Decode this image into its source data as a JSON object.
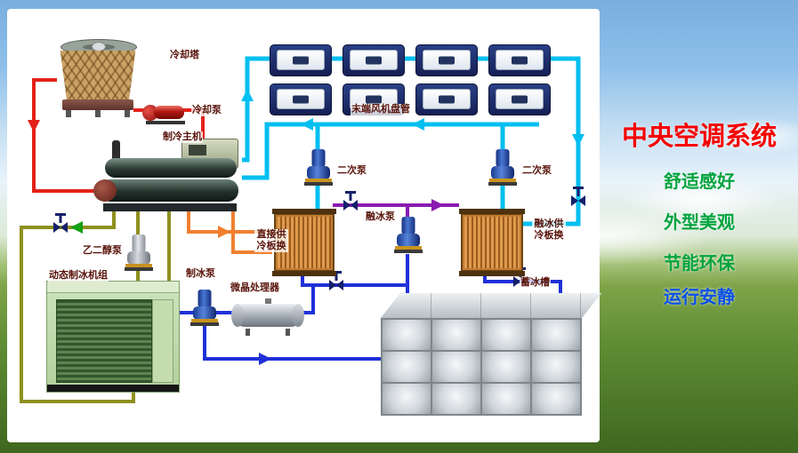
{
  "panel": {
    "title": "中央空调系统",
    "title_color": "#f50000",
    "features": [
      {
        "label": "舒适感好",
        "color": "#00a33e"
      },
      {
        "label": "外型美观",
        "color": "#00a33e"
      },
      {
        "label": "节能环保",
        "color": "#00a33e"
      },
      {
        "label": "运行安静",
        "color": "#0a50e6"
      }
    ]
  },
  "diagram": {
    "labels": {
      "cooling_tower": "冷却塔",
      "cooling_pump": "冷却泵",
      "chiller": "制冷主机",
      "fan_coils": "末端风机盘管",
      "secondary_pump_left": "二次泵",
      "secondary_pump_right": "二次泵",
      "melt_pump": "融冰泵",
      "direct_hx": "直接供冷板换",
      "melt_hx": "融冰供冷板换",
      "glycol_pump": "乙二醇泵",
      "ice_pump": "制冰泵",
      "ice_machine": "动态制冰机组",
      "crystal_processor": "微晶处理器",
      "ice_tank": "蓄冰槽"
    },
    "pipe_colors": {
      "cooling_water": "#e32219",
      "chilled_water": "#00bff0",
      "ice_water": "#2030d8",
      "melt_loop": "#8a1ab0",
      "direct_supply": "#f08030",
      "glycol": "#8f8f20",
      "flow_arrow_green": "#13a013",
      "valve": "#14206a"
    }
  }
}
